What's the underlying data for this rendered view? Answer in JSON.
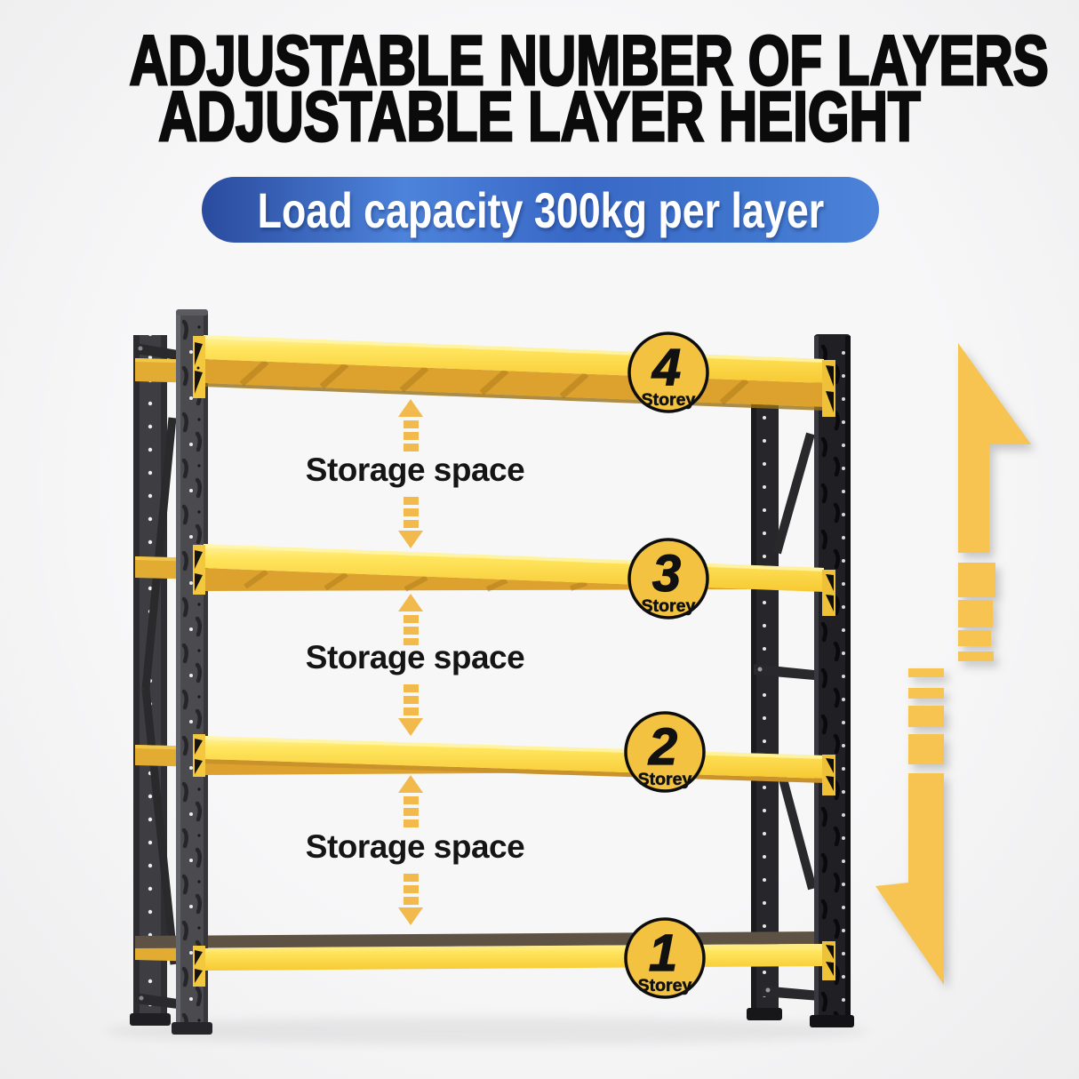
{
  "title": {
    "line1": "ADJUSTABLE NUMBER OF LAYERS",
    "line2": "ADJUSTABLE LAYER HEIGHT"
  },
  "banner": {
    "label": "Load capacity 300kg per layer"
  },
  "rack": {
    "levels": [
      {
        "number": "4",
        "label": "Storey"
      },
      {
        "number": "3",
        "label": "Storey"
      },
      {
        "number": "2",
        "label": "Storey"
      },
      {
        "number": "1",
        "label": "Storey"
      }
    ],
    "storage_labels": [
      {
        "text": "Storage space"
      },
      {
        "text": "Storage space"
      },
      {
        "text": "Storage space"
      }
    ]
  },
  "colors": {
    "background": "#f5f5f6",
    "title_text": "#0b0b0b",
    "banner_blue_dark": "#2a4b9e",
    "banner_blue_light": "#4d83db",
    "banner_text": "#ffffff",
    "shelf_yellow": "#F8CB36",
    "shelf_underside": "#DCA22D",
    "upright_dark_gray": "#4a4a4f",
    "upright_black": "#202024",
    "badge_yellow": "#F3C241",
    "arrow_amber": "#F7C351",
    "label_text": "#151515"
  }
}
